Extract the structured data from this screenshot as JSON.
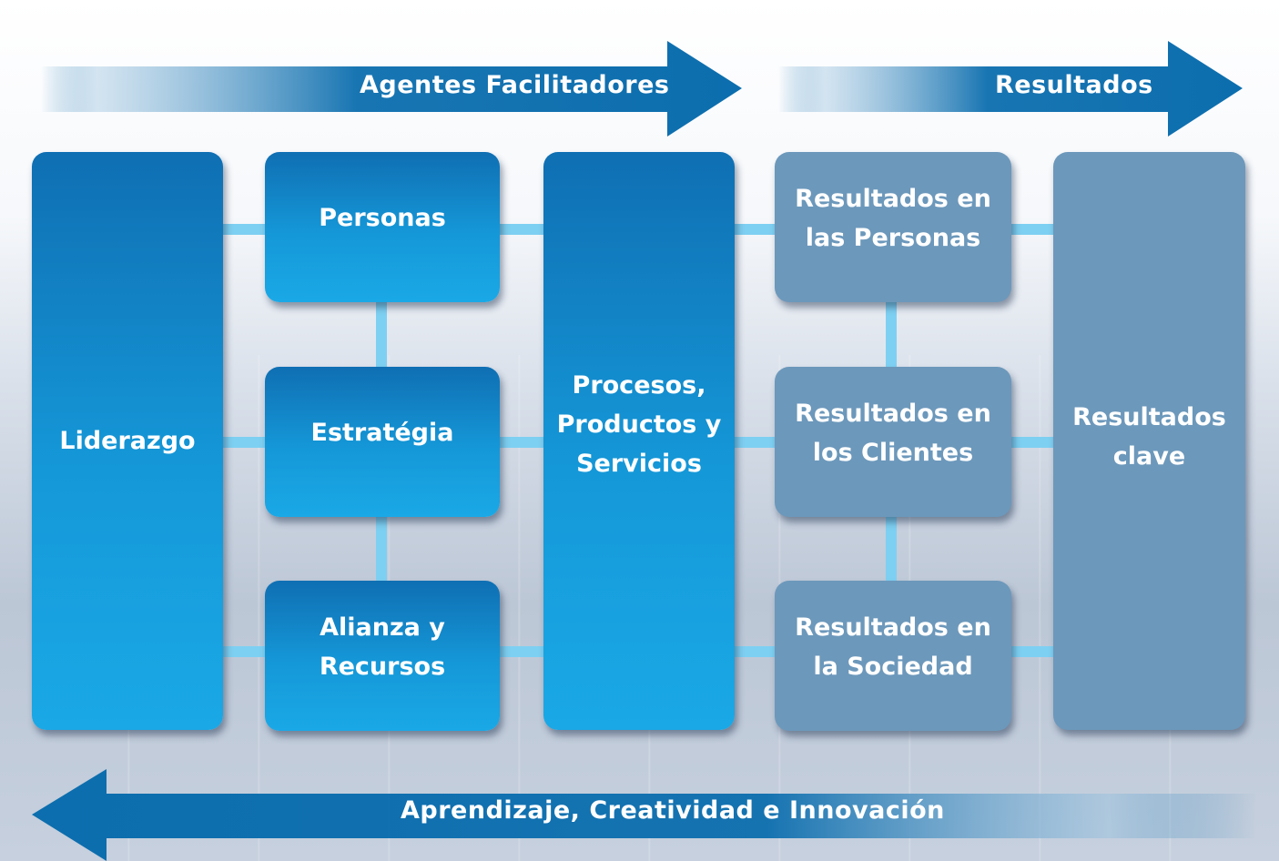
{
  "arrows": {
    "enablers": "Agentes Facilitadores",
    "results": "Resultados",
    "learning": "Aprendizaje, Creatividad e Innovación"
  },
  "boxes": {
    "leadership": "Liderazgo",
    "people": "Personas",
    "strategy": "Estratégia",
    "partnerships": "Alianza y\nRecursos",
    "processes": "Procesos,\nProductos y\nServicios",
    "people_results": "Resultados en\nlas Personas",
    "customer_results": "Resultados en\nlos Clientes",
    "society_results": "Resultados en\nla Sociedad",
    "key_results": "Resultados\nclave"
  },
  "colors": {
    "arrow": "#0c6eae",
    "box_blue": "#1598d8",
    "box_grey": "#6c98bb",
    "connector": "#7ed0f2"
  }
}
